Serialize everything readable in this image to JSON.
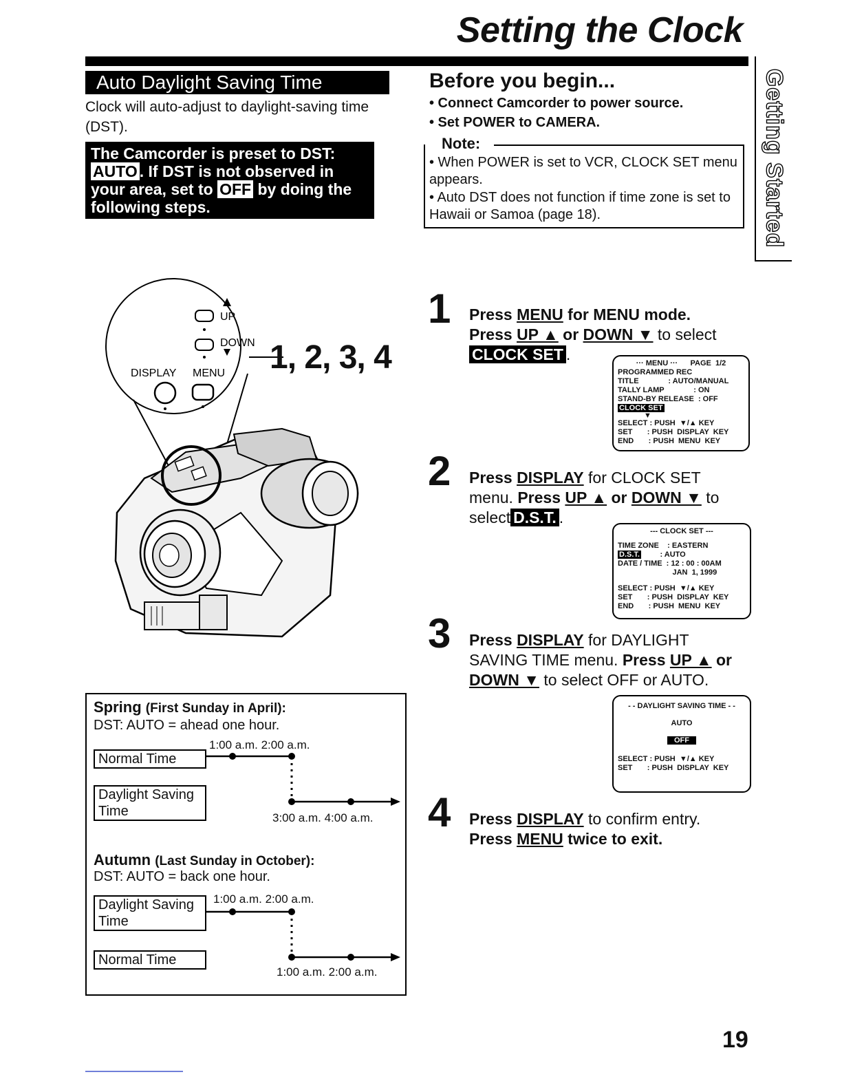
{
  "page": {
    "title": "Setting the Clock",
    "side_tab": "Getting Started",
    "page_number": "19"
  },
  "left": {
    "heading": "Auto Daylight Saving Time",
    "description": "Clock will auto-adjust to daylight-saving time (DST).",
    "preset": {
      "line1": "The Camcorder is preset to DST:",
      "auto_badge": "AUTO",
      "line2_rest": ". If DST is not observed in",
      "line3_start": "your area, set to",
      "off_badge": "OFF",
      "line3_rest": "by doing the",
      "line4": "following steps."
    },
    "camera_labels": {
      "up": "UP",
      "down": "DOWN",
      "display": "DISPLAY",
      "menu": "MENU",
      "callout": "1, 2, 3, 4"
    }
  },
  "before": {
    "title": "Before you begin...",
    "items": [
      "• Connect Camcorder to power source.",
      "• Set POWER to CAMERA."
    ],
    "note_label": "Note:",
    "notes": [
      "• When POWER is set to VCR, CLOCK SET menu appears.",
      "• Auto DST does not function if time zone is set to Hawaii or Samoa (page 18)."
    ]
  },
  "steps": {
    "s1": {
      "num": "1",
      "a": "Press ",
      "a_key": "MENU",
      "a_rest": " for MENU mode.",
      "b": "Press ",
      "b_key1": "UP ▲",
      "b_mid": " or ",
      "b_key2": "DOWN ▼",
      "b_rest": " to select",
      "sel": "CLOCK SET",
      "end": "."
    },
    "s2": {
      "num": "2",
      "a": "Press ",
      "a_key": "DISPLAY",
      "a_rest": " for CLOCK SET",
      "b": "menu. ",
      "b_bold": "Press ",
      "b_key1": "UP ▲",
      "b_mid": " or ",
      "b_key2": "DOWN ▼",
      "b_rest": " to",
      "c": "select",
      "sel": "D.S.T.",
      "end": "."
    },
    "s3": {
      "num": "3",
      "a": "Press ",
      "a_key": "DISPLAY",
      "a_rest": " for DAYLIGHT",
      "b": "SAVING TIME menu. ",
      "b_bold": "Press ",
      "b_key1": "UP ▲",
      "b_mid": " or",
      "c_key": "DOWN ▼",
      "c_rest": " to select OFF or AUTO."
    },
    "s4": {
      "num": "4",
      "a": "Press ",
      "a_key": "DISPLAY",
      "a_rest": " to confirm entry.",
      "b": "Press ",
      "b_key": "MENU",
      "b_rest": " twice to exit."
    }
  },
  "screens": {
    "menu": {
      "header": "··· MENU ···      PAGE  1/2",
      "rows": [
        "PROGRAMMED REC",
        "TITLE              : AUTO/MANUAL",
        "TALLY LAMP              : ON",
        "STAND-BY RELEASE  : OFF"
      ],
      "selected": "CLOCK SET",
      "arrow": "▼",
      "footer": [
        "SELECT : PUSH  ▼/▲ KEY",
        "SET       : PUSH  DISPLAY  KEY",
        "END       : PUSH  MENU  KEY"
      ]
    },
    "clock": {
      "header": "--- CLOCK SET ---",
      "row1": "TIME ZONE    : EASTERN",
      "sel": "D.S.T.",
      "row2_rest": "         : AUTO",
      "row3": "DATE / TIME  : 12 : 00 : 00AM",
      "row4": "                          JAN  1, 1999",
      "footer": [
        "SELECT : PUSH  ▼/▲ KEY",
        "SET       : PUSH  DISPLAY  KEY",
        "END       : PUSH  MENU  KEY"
      ]
    },
    "dst": {
      "header": "- - DAYLIGHT SAVING TIME - -",
      "opt1": "AUTO",
      "opt2": "OFF",
      "footer": [
        "SELECT : PUSH  ▼/▲ KEY",
        "SET       : PUSH  DISPLAY  KEY"
      ]
    }
  },
  "dst_box": {
    "spring": {
      "title": "Spring",
      "qualifier": "(First Sunday in April):",
      "desc": "DST: AUTO = ahead one hour.",
      "label_top": "Normal Time",
      "label_bottom_1": "Daylight Saving",
      "label_bottom_2": "Time",
      "times_top": "1:00 a.m.  2:00 a.m.",
      "times_bottom": "3:00 a.m.  4:00 a.m."
    },
    "autumn": {
      "title": "Autumn",
      "qualifier": "(Last Sunday in October):",
      "desc": "DST: AUTO = back one hour.",
      "label_top_1": "Daylight Saving",
      "label_top_2": "Time",
      "label_bottom": "Normal Time",
      "times_top": "1:00 a.m.  2:00 a.m.",
      "times_bottom": "1:00 a.m.  2:00 a.m."
    }
  }
}
